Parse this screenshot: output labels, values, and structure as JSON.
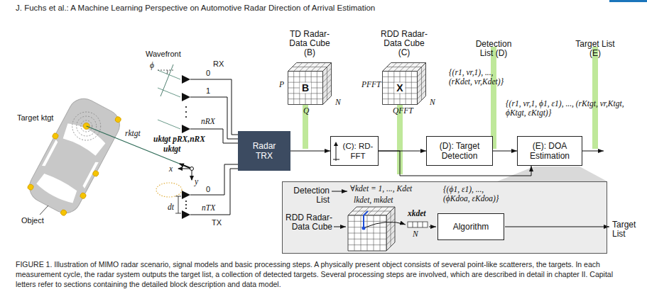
{
  "diagram": {
    "caption": "FIGURE 1. Illustration of MIMO radar scenario, signal models and basic processing steps. A physically present object consists of several point-like scatterers, the targets. In each measurement cycle, the radar system outputs the target list, a collection of detected targets. Several processing steps are involved, which are described in detail in chapter II. Capital letters refer to sections containing the detailed block description and data model.",
    "nodes": [
      {
        "text": [
          "TD Radar-Data Cube (B)",
          "B"
        ]
      },
      {
        "text": [
          "RDD Radar-Data Cube (C)",
          "X"
        ]
      },
      {
        "text": [
          "Radar TRX"
        ]
      },
      {
        "text": [
          "(C): RD-FFT"
        ]
      },
      {
        "text": [
          "(D): Target Detection"
        ]
      },
      {
        "text": [
          "(E): DOA Estimation"
        ]
      },
      {
        "text": [
          "Detection List",
          "RDD Radar-Data Cube",
          "∀kdet = 1, ..., Kdet",
          "lkdet, mkdet",
          "{(ϕ1, ε1), ..., (ϕKdoa, εKdoa)}",
          "xkdet",
          "N"
        ]
      },
      {
        "text": [
          "Algorithm"
        ],
        "in": 6
      }
    ],
    "edges": [
      {
        "from": 2,
        "to": 3,
        "arrow": "to"
      },
      {
        "from": 3,
        "to": 4,
        "arrow": "to"
      },
      {
        "from": 4,
        "to": 5,
        "arrow": "to"
      },
      {
        "from": 3,
        "to": 5,
        "arrow": "to"
      }
    ],
    "labels": [
      "J. Fuchs et al.: A Machine Learning Perspective on Automotive Radar Direction of Arrival Estimation",
      "Detection List (D)",
      "Target List (E)",
      "Wavefront",
      "RX",
      "ϕ",
      "0",
      "P",
      "PFFT",
      "{(r1, vr,1), ..., (rKdet, vr,Kdet)}",
      "1",
      "Q",
      "N",
      "QFFT",
      "N",
      "{(r1, vr,1, ϕ1, ε1), ..., (rKtgt, vr,Ktgt, ϕKtgt, εKtgt)}",
      "Target ktgt",
      "nRX",
      "rktgt",
      "uktgt pRX,nRX",
      "uktgt",
      "x",
      "y",
      "0",
      "nTX",
      "dt",
      "TX",
      "Object",
      "Target List"
    ]
  }
}
